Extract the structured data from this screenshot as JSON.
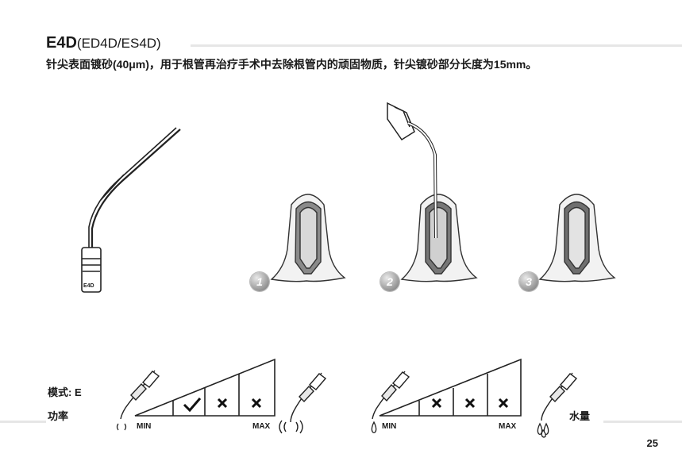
{
  "heading": {
    "model": "E4D",
    "variants": "(ED4D/ES4D)"
  },
  "description": "针尖表面镀砂(40μm)，用于根管再治疗手术中去除根管内的顽固物质，针尖镀砂部分长度为15mm。",
  "tip_engraving": "E4D",
  "steps": [
    "1",
    "2",
    "3"
  ],
  "power_panel": {
    "mode_label": "模式: E",
    "power_label": "功率",
    "min_label": "MIN",
    "max_label": "MAX",
    "cells": [
      "check",
      "cross",
      "cross"
    ]
  },
  "water_panel": {
    "water_label": "水量",
    "min_label": "MIN",
    "max_label": "MAX",
    "cells": [
      "cross",
      "cross",
      "cross"
    ]
  },
  "page_number": "25",
  "colors": {
    "text": "#1a1a1a",
    "rule": "#e6e6e6",
    "enamel": "#f0f0f0",
    "pulp": "#777777"
  }
}
